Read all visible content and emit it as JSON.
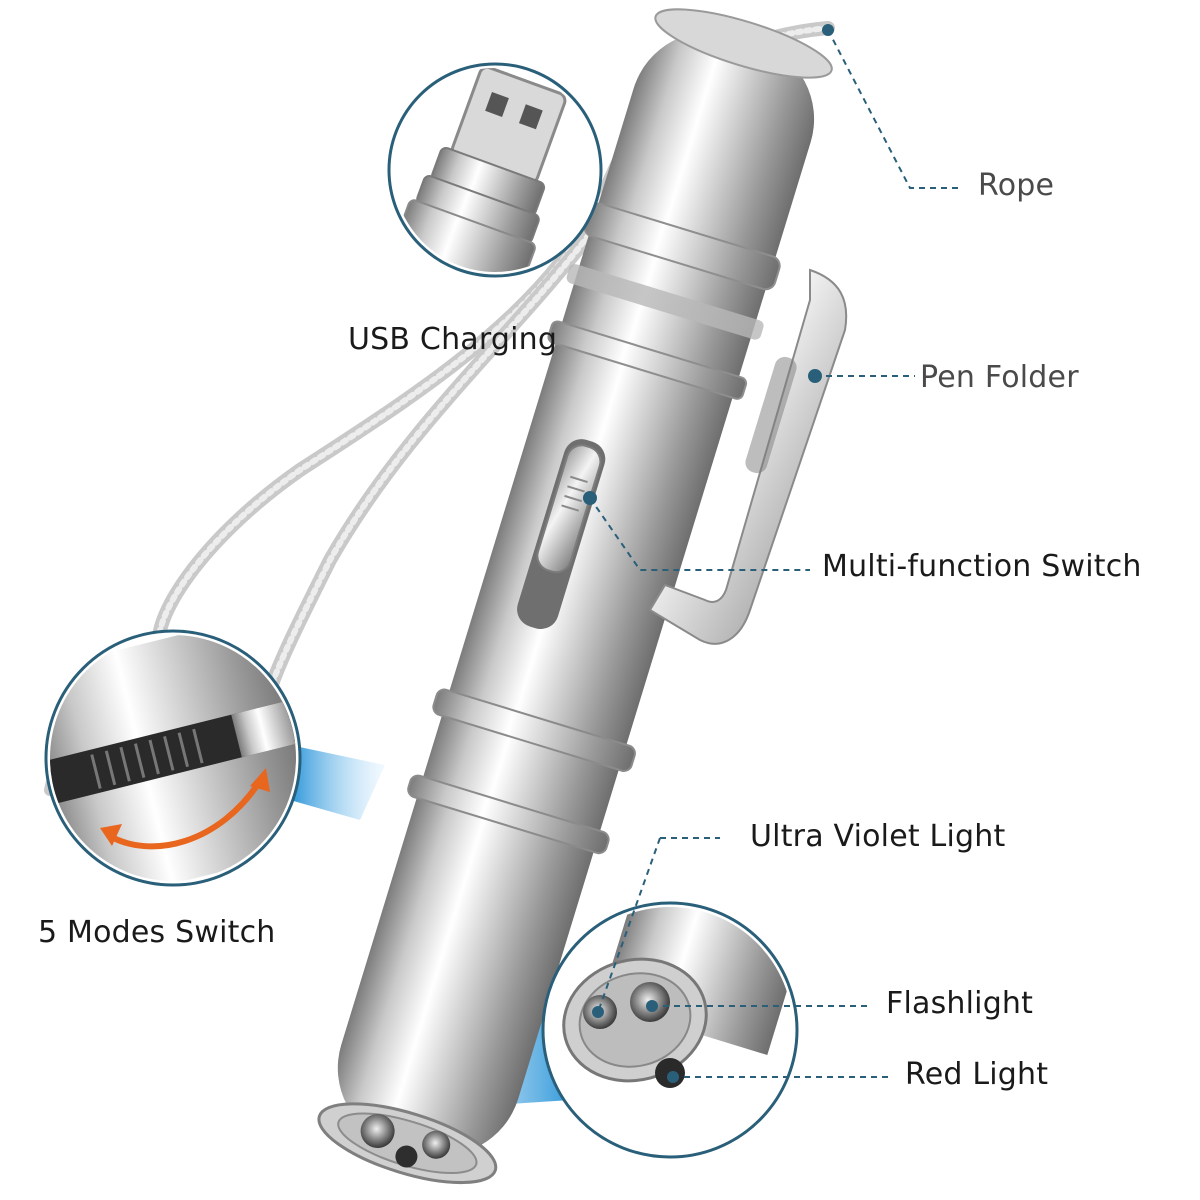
{
  "labels": {
    "rope": "Rope",
    "usb_charging": "USB Charging",
    "pen_folder": "Pen Folder",
    "multi_function_switch": "Multi-function Switch",
    "five_modes_switch": "5 Modes Switch",
    "ultra_violet_light": "Ultra Violet Light",
    "flashlight": "Flashlight",
    "red_light": "Red Light"
  },
  "colors": {
    "accent_blue": "#1f8fd6",
    "leader_line": "#2a5f7a",
    "arrow_orange": "#e8661e",
    "metal_light": "#f2f2f2",
    "metal_dark": "#8a8a8a"
  }
}
